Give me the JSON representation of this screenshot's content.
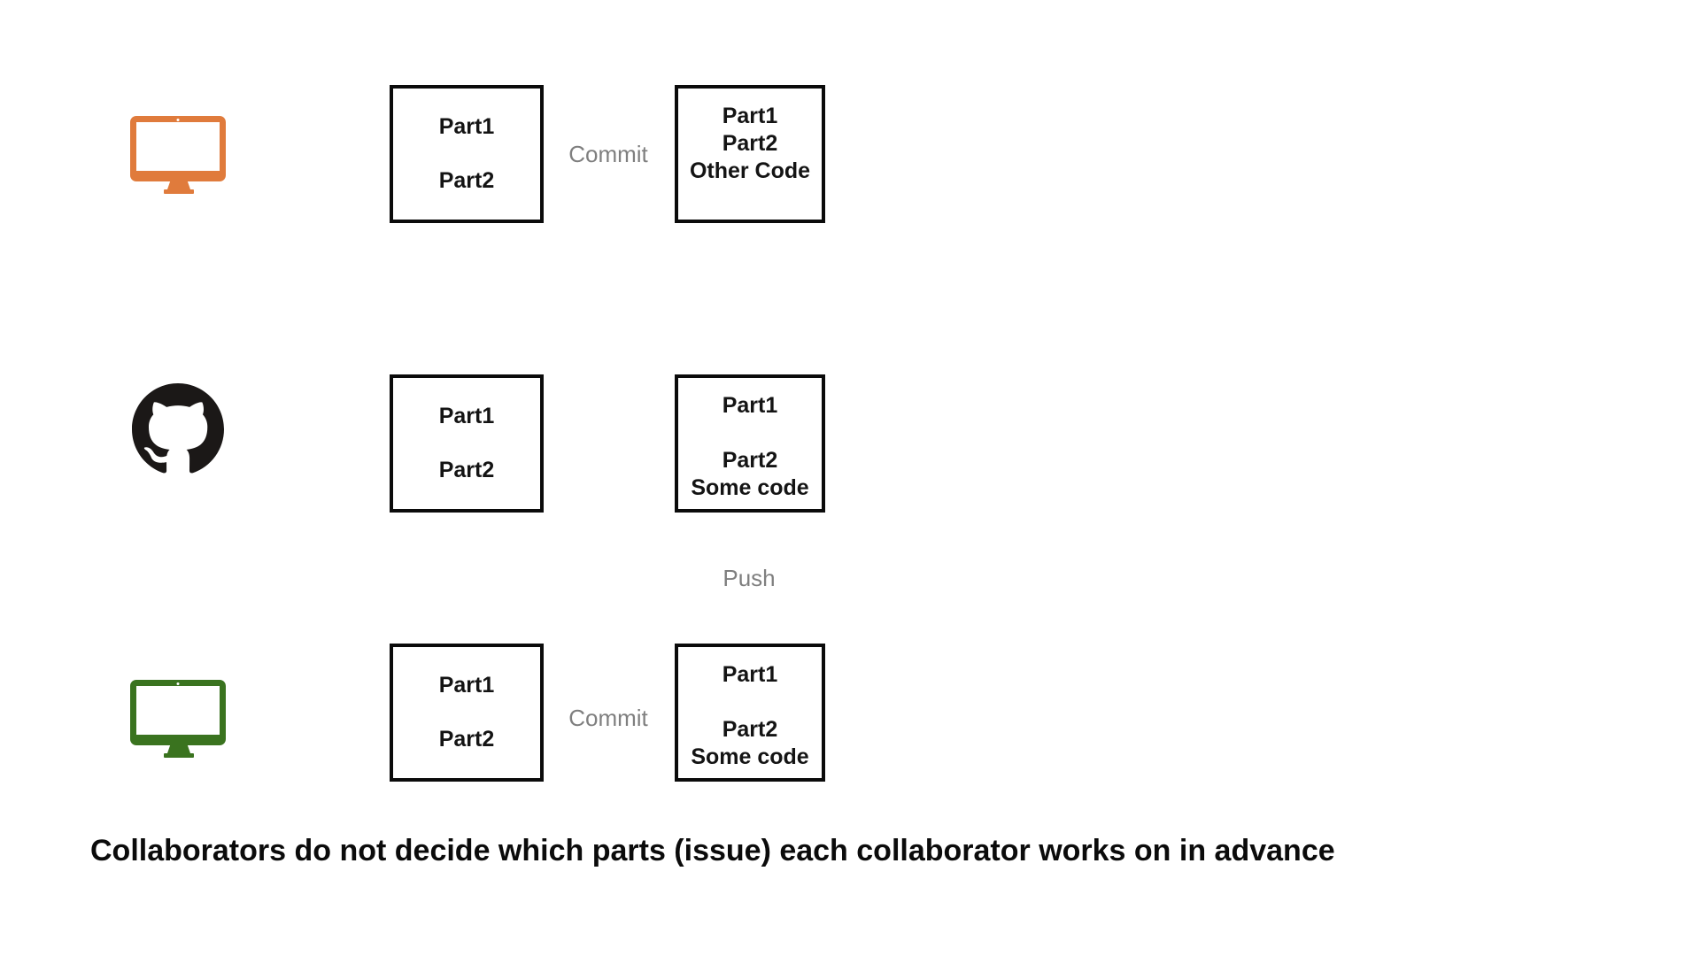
{
  "colors": {
    "collaborator_one": "#E07B3C",
    "collaborator_two": "#3A731F",
    "github": "#1B1817",
    "action_label": "#7F7F7F",
    "box_border": "#0B0B0B"
  },
  "rows": [
    {
      "actor": "Collaborator 1 computer",
      "icon": "desktop-monitor-orange",
      "local_lines": [
        "Part1",
        "",
        "Part2"
      ],
      "action": "Commit",
      "repo_lines": [
        "Part1",
        "Part2",
        "Other Code"
      ]
    },
    {
      "actor": "GitHub remote repository",
      "icon": "github-octocat",
      "local_lines": [
        "Part1",
        "",
        "Part2"
      ],
      "action": "",
      "repo_lines": [
        "Part1",
        "",
        "Part2",
        "Some code"
      ]
    },
    {
      "actor": "Collaborator 2 computer",
      "icon": "desktop-monitor-green",
      "local_lines": [
        "Part1",
        "",
        "Part2"
      ],
      "action": "Commit",
      "repo_lines": [
        "Part1",
        "",
        "Part2",
        "Some code"
      ]
    }
  ],
  "labels": {
    "push": "Push"
  },
  "caption": "Collaborators do not decide which parts (issue) each collaborator works on in advance"
}
